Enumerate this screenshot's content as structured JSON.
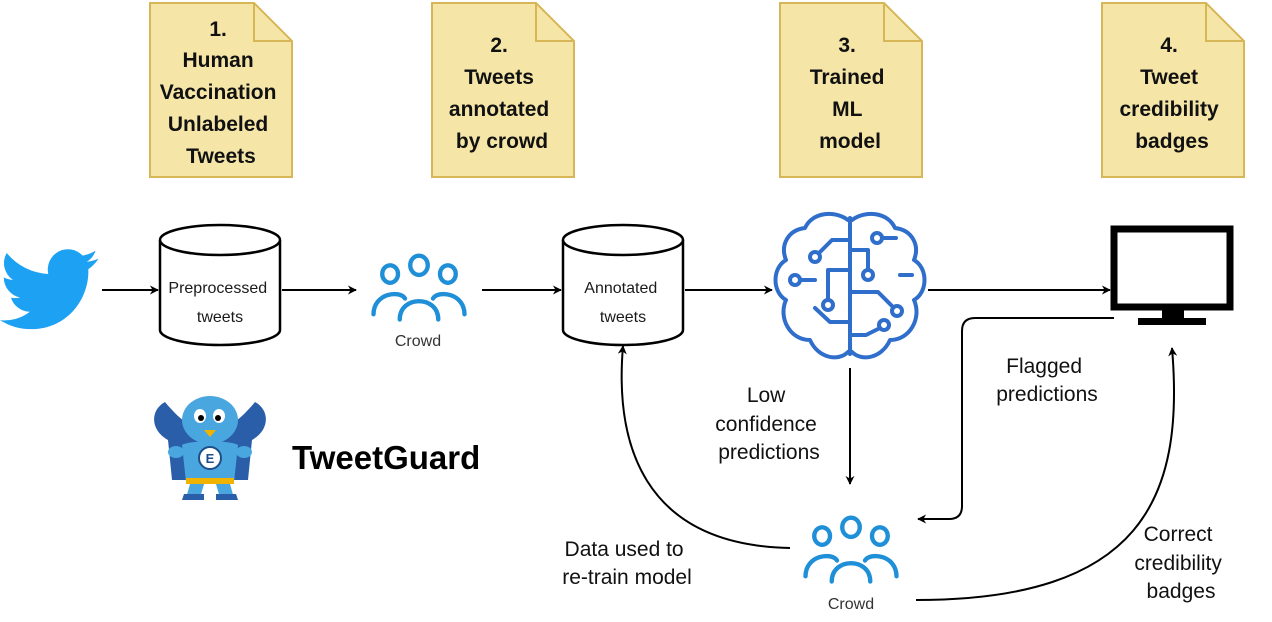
{
  "steps": [
    {
      "number": "1.",
      "lines": [
        "Human",
        "Vaccination",
        "Unlabeled",
        "Tweets"
      ]
    },
    {
      "number": "2.",
      "lines": [
        "Tweets",
        "annotated",
        "by crowd"
      ]
    },
    {
      "number": "3.",
      "lines": [
        "Trained",
        "ML",
        "model"
      ]
    },
    {
      "number": "4.",
      "lines": [
        "Tweet",
        "credibility",
        "badges"
      ]
    }
  ],
  "nodes": {
    "preprocessed_db": [
      "Preprocessed",
      "tweets"
    ],
    "crowd_top": "Crowd",
    "annotated_db": [
      "Annotated",
      "tweets"
    ],
    "crowd_bottom": "Crowd"
  },
  "edge_labels": {
    "low_confidence": [
      "Low",
      "confidence",
      "predictions"
    ],
    "flagged": [
      "Flagged",
      "predictions"
    ],
    "retrain": [
      "Data used to",
      "re-train model"
    ],
    "correct_badges": [
      "Correct",
      "credibility",
      "badges"
    ]
  },
  "brand": {
    "name": "TweetGuard"
  },
  "icons": {
    "source": "twitter-bird-icon",
    "model": "ml-brain-icon",
    "output": "monitor-icon",
    "crowd": "people-group-icon",
    "mascot": "superhero-bird-mascot-icon"
  },
  "colors": {
    "note_fill": "#f5e6a8",
    "note_stroke": "#d6b656",
    "twitter_blue": "#1da1f2",
    "crowd_blue": "#1f8fd8",
    "brain_blue": "#2f6ecb",
    "line": "#000000"
  }
}
